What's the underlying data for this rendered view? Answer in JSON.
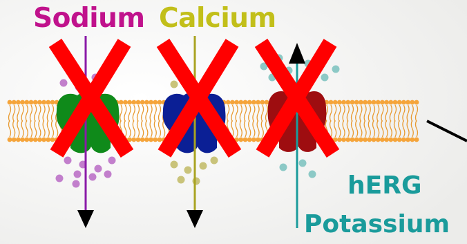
{
  "channels": {
    "sodium": {
      "label": "Sodium",
      "label_color": "#c0128c",
      "channel_color": "#0f8a1a",
      "ion_color": "#c27fcc",
      "arrow_color": "#8a1aa8",
      "arrow_direction": "down",
      "blocked": true
    },
    "calcium": {
      "label": "Calcium",
      "label_color": "#c2bf1a",
      "channel_color": "#0b1f95",
      "ion_color": "#c9c37a",
      "arrow_color": "#a9a321",
      "arrow_direction": "down",
      "blocked": true
    },
    "potassium": {
      "label_line1": "hERG",
      "label_line2": "Potassium",
      "label_color": "#1a9b9b",
      "channel_color": "#9e0d10",
      "ion_color": "#8cc9c6",
      "arrow_color": "#1a9b9b",
      "arrow_direction": "up",
      "blocked": true
    }
  },
  "membrane": {
    "head_color": "#f5a43a",
    "tail_color": "#e89a30"
  },
  "block_mark_color": "#ff0000"
}
